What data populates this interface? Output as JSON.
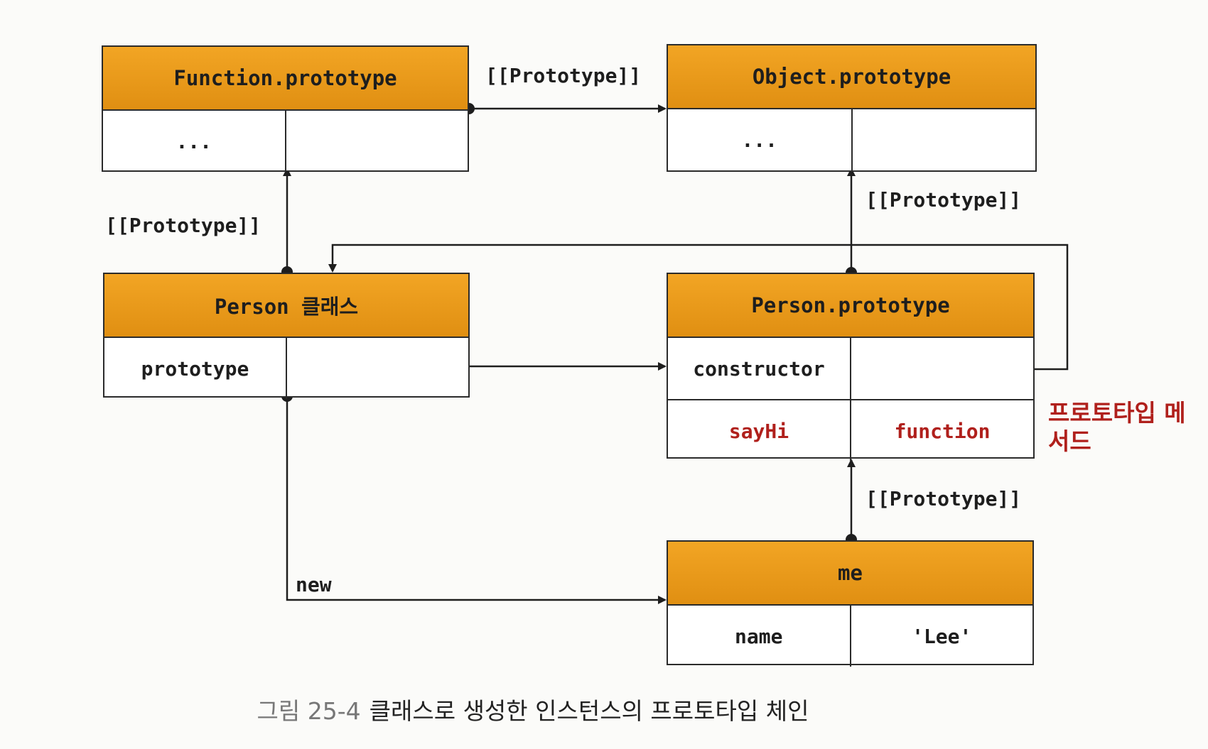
{
  "objects": {
    "function_prototype": {
      "title": "Function.prototype",
      "left": "...",
      "right": ""
    },
    "object_prototype": {
      "title": "Object.prototype",
      "left": "...",
      "right": ""
    },
    "person_class": {
      "title": "Person 클래스",
      "key": "prototype",
      "value": ""
    },
    "person_prototype": {
      "title": "Person.prototype",
      "rows": [
        {
          "key": "constructor",
          "value": ""
        },
        {
          "key": "sayHi",
          "value": "function"
        }
      ]
    },
    "me": {
      "title": "me",
      "key": "name",
      "value": "'Lee'"
    }
  },
  "labels": {
    "proto_fp_to_op": "[[Prototype]]",
    "proto_pp_to_op": "[[Prototype]]",
    "proto_class_to_fp": "[[Prototype]]",
    "proto_me_to_pp": "[[Prototype]]",
    "new": "new",
    "prototype_method": "프로토타입 메서드"
  },
  "caption": {
    "number": "그림 25-4",
    "text": "클래스로 생성한 인스턴스의 프로토타입 체인"
  },
  "colors": {
    "header_fill": "#e8970f",
    "method_text": "#b0201c",
    "line": "#1e1e1e"
  }
}
